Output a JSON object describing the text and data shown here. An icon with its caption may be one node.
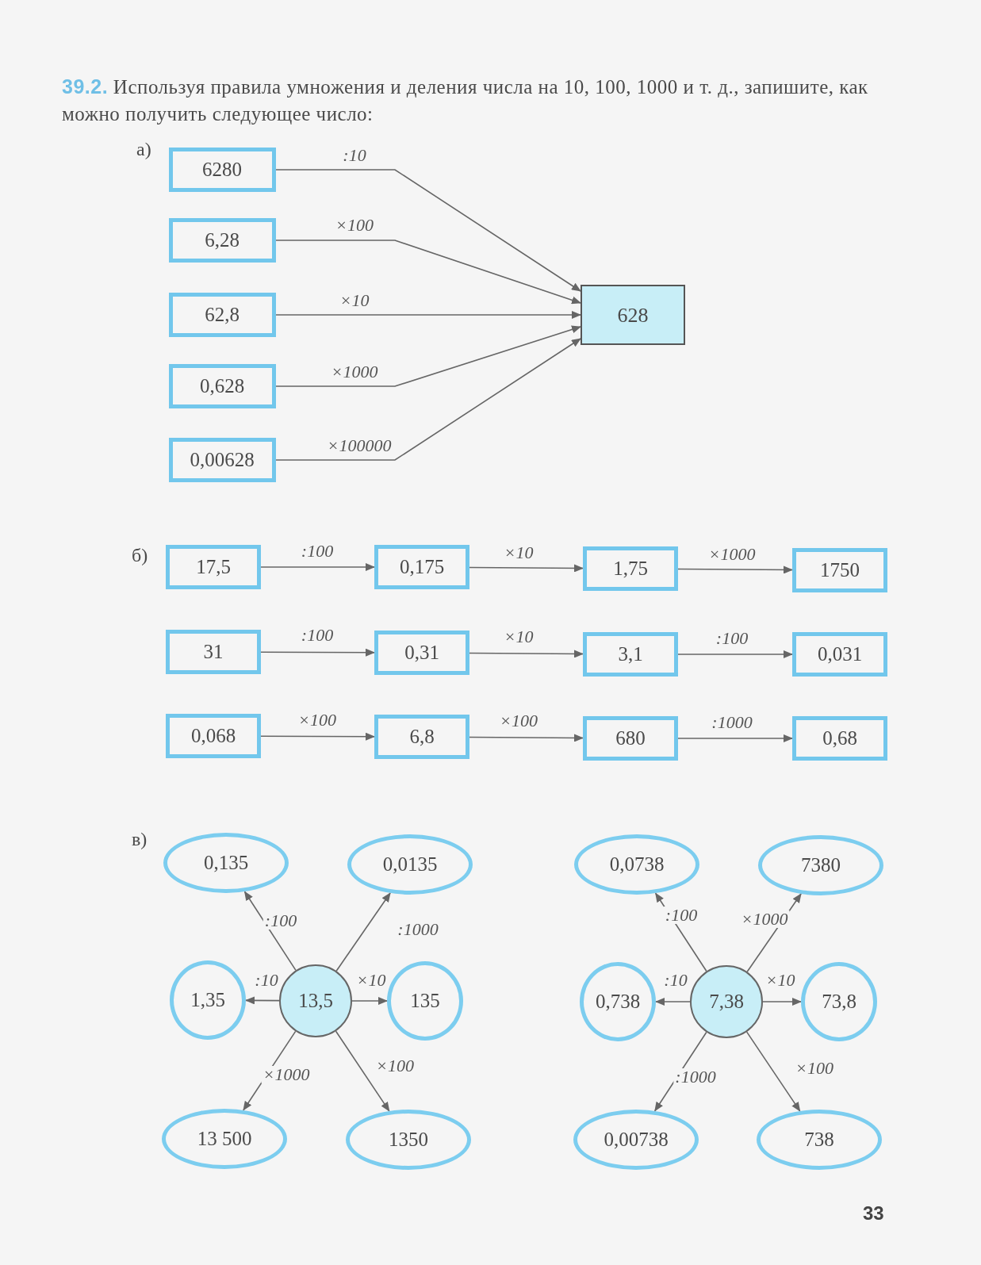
{
  "diagram": {
    "title": "**39.2.** Используя правила умножения и деления числа на 10, 100, 1000 и т. д., запишите, как можно получить следующее число:",
    "nodes": [
      {
        "text": [
          "6280"
        ]
      },
      {
        "text": [
          "6,28"
        ]
      },
      {
        "text": [
          "62,8"
        ]
      },
      {
        "text": [
          "0,628"
        ]
      },
      {
        "text": [
          "0,00628"
        ]
      },
      {
        "text": [
          "628"
        ]
      },
      {
        "text": [
          "17,5"
        ]
      },
      {
        "text": [
          "0,175"
        ]
      },
      {
        "text": [
          "1,75"
        ]
      },
      {
        "text": [
          "1750"
        ]
      },
      {
        "text": [
          "31"
        ]
      },
      {
        "text": [
          "0,31"
        ]
      },
      {
        "text": [
          "3,1"
        ]
      },
      {
        "text": [
          "0,031"
        ]
      },
      {
        "text": [
          "0,068"
        ]
      },
      {
        "text": [
          "6,8"
        ]
      },
      {
        "text": [
          "680"
        ]
      },
      {
        "text": [
          "0,68"
        ]
      },
      {
        "text": [
          "0,135"
        ]
      },
      {
        "text": [
          "0,0135"
        ]
      },
      {
        "text": [
          "1,35"
        ]
      },
      {
        "text": [
          "13,5"
        ]
      },
      {
        "text": [
          "135"
        ]
      },
      {
        "text": [
          "13 500"
        ]
      },
      {
        "text": [
          "1350"
        ]
      },
      {
        "text": [
          "0,0738"
        ]
      },
      {
        "text": [
          "7380"
        ]
      },
      {
        "text": [
          "0,738"
        ]
      },
      {
        "text": [
          "7,38"
        ]
      },
      {
        "text": [
          "73,8"
        ]
      },
      {
        "text": [
          "0,00738"
        ]
      },
      {
        "text": [
          "738"
        ]
      }
    ],
    "edges": [
      {
        "from": 0,
        "to": 5,
        "arrow": "to",
        "label": ":10"
      },
      {
        "from": 1,
        "to": 5,
        "arrow": "to",
        "label": "×100"
      },
      {
        "from": 2,
        "to": 5,
        "arrow": "to",
        "label": "×10"
      },
      {
        "from": 3,
        "to": 5,
        "arrow": "to",
        "label": "×1000"
      },
      {
        "from": 4,
        "to": 5,
        "arrow": "to",
        "label": "×100000"
      },
      {
        "from": 6,
        "to": 7,
        "arrow": "to",
        "label": ":100"
      },
      {
        "from": 7,
        "to": 8,
        "arrow": "to",
        "label": "×10"
      },
      {
        "from": 8,
        "to": 9,
        "arrow": "to",
        "label": "×1000"
      },
      {
        "from": 10,
        "to": 11,
        "arrow": "to",
        "label": ":100"
      },
      {
        "from": 11,
        "to": 12,
        "arrow": "to",
        "label": "×10"
      },
      {
        "from": 12,
        "to": 13,
        "arrow": "to",
        "label": ":100"
      },
      {
        "from": 14,
        "to": 15,
        "arrow": "to",
        "label": "×100"
      },
      {
        "from": 15,
        "to": 16,
        "arrow": "to",
        "label": "×100"
      },
      {
        "from": 16,
        "to": 17,
        "arrow": "to",
        "label": ":1000"
      },
      {
        "from": 21,
        "to": 18,
        "arrow": "to",
        "label": ":100"
      },
      {
        "from": 21,
        "to": 19,
        "arrow": "to",
        "label": ":1000"
      },
      {
        "from": 21,
        "to": 20,
        "arrow": "to",
        "label": ":10"
      },
      {
        "from": 21,
        "to": 22,
        "arrow": "to",
        "label": "×10"
      },
      {
        "from": 21,
        "to": 23,
        "arrow": "to",
        "label": "×1000"
      },
      {
        "from": 21,
        "to": 24,
        "arrow": "to",
        "label": "×100"
      },
      {
        "from": 28,
        "to": 25,
        "arrow": "to",
        "label": ":100"
      },
      {
        "from": 28,
        "to": 26,
        "arrow": "to",
        "label": "×1000"
      },
      {
        "from": 28,
        "to": 27,
        "arrow": "to",
        "label": ":10"
      },
      {
        "from": 28,
        "to": 29,
        "arrow": "to",
        "label": "×10"
      },
      {
        "from": 28,
        "to": 30,
        "arrow": "to",
        "label": ":1000"
      },
      {
        "from": 28,
        "to": 31,
        "arrow": "to",
        "label": "×100"
      }
    ],
    "labels": [
      "а)",
      "б)",
      "в)",
      "33"
    ]
  }
}
